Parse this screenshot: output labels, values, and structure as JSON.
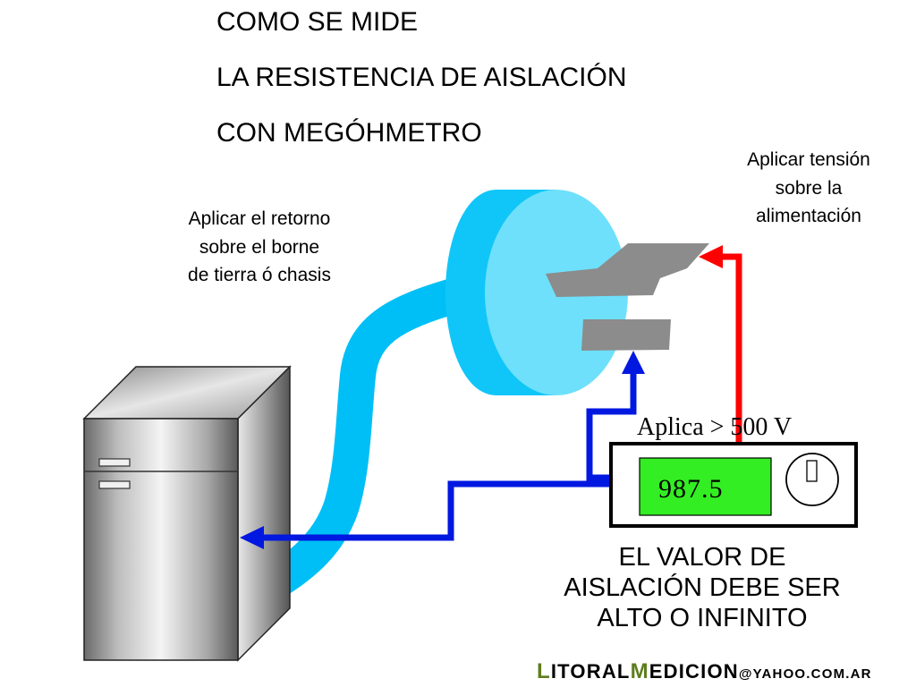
{
  "title": {
    "line1": "COMO SE MIDE",
    "line2": "LA RESISTENCIA DE AISLACIÓN",
    "line3": "CON MEGÓHMETRO"
  },
  "callouts": {
    "apply_voltage": [
      "Aplicar tensión",
      "sobre la",
      "alimentación"
    ],
    "apply_return": [
      "Aplicar el retorno",
      "sobre el borne",
      "de tierra ó chasis"
    ]
  },
  "meter": {
    "voltage_label": "Aplica > 500 V",
    "display_value": "987.5"
  },
  "conclusion": [
    "EL VALOR DE",
    "AISLACIÓN DEBE SER",
    "ALTO O INFINITO"
  ],
  "brand": {
    "l": "L",
    "itoral": "ITORAL",
    "m": "M",
    "edicion": "EDICION",
    "domain": "@YAHOO.COM.AR"
  },
  "colors": {
    "cable": "#00bff6",
    "plug_face": "#6ee0fb",
    "plug_body": "#10c6f8",
    "prong": "#8c8c8c",
    "return_wire": "#0018e0",
    "voltage_wire": "#ff0000",
    "display": "#33ee22",
    "brand_accent": "#5d7d1c"
  },
  "icons": [
    "appliance-icon",
    "plug-icon",
    "megohmmeter-icon",
    "power-switch-icon"
  ]
}
